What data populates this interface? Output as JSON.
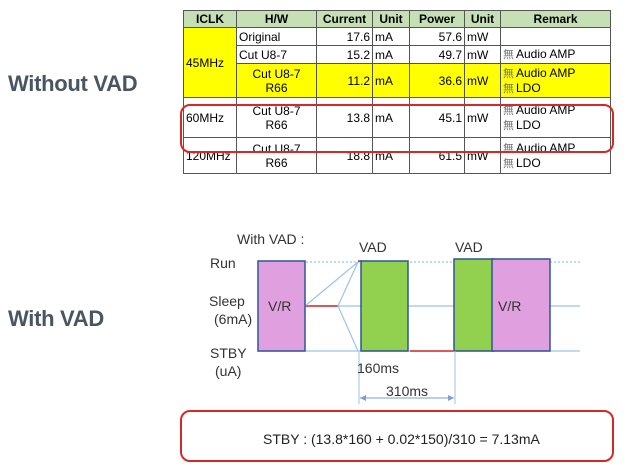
{
  "sections": {
    "without_vad": "Without VAD",
    "with_vad": "With VAD"
  },
  "table": {
    "headers": [
      "ICLK",
      "H/W",
      "Current",
      "Unit",
      "Power",
      "Unit",
      "Remark"
    ],
    "remark_glyph": "無",
    "iclk_45": "45MHz",
    "iclk_60": "60MHz",
    "iclk_120": "120MHz",
    "rows": [
      {
        "hw1": "Original",
        "hw2": "",
        "current": "17.6",
        "cunit": "mA",
        "power": "57.6",
        "punit": "mW",
        "r1": "",
        "r2": ""
      },
      {
        "hw1": "Cut U8-7",
        "hw2": "",
        "current": "15.2",
        "cunit": "mA",
        "power": "49.7",
        "punit": "mW",
        "r1": "Audio AMP",
        "r2": ""
      },
      {
        "hw1": "Cut  U8-7",
        "hw2": "R66",
        "current": "11.2",
        "cunit": "mA",
        "power": "36.6",
        "punit": "mW",
        "r1": "Audio AMP",
        "r2": "LDO"
      },
      {
        "hw1": "Cut U8-7",
        "hw2": "R66",
        "current": "13.8",
        "cunit": "mA",
        "power": "45.1",
        "punit": "mW",
        "r1": "Audio AMP",
        "r2": "LDO"
      },
      {
        "hw1": "Cut U8-7",
        "hw2": "R66",
        "current": "18.8",
        "cunit": "mA",
        "power": "61.5",
        "punit": "mW",
        "r1": "Audio AMP",
        "r2": "LDO"
      }
    ]
  },
  "diagram": {
    "title": "With VAD :",
    "vad1": "VAD",
    "vad2": "VAD",
    "run": "Run",
    "sleep": "Sleep",
    "sleep_sub": "(6mA)",
    "stby": "STBY",
    "stby_sub": "(uA)",
    "vr1": "V/R",
    "vr2": "V/R",
    "t1": "160ms",
    "t2": "310ms",
    "colors": {
      "vr_fill": "#e0a0e0",
      "vad_fill": "#92d050",
      "level_line": "#9dc3e6",
      "active_line": "#d62828"
    }
  },
  "formula": "STBY : (13.8*160 + 0.02*150)/310 = 7.13mA"
}
